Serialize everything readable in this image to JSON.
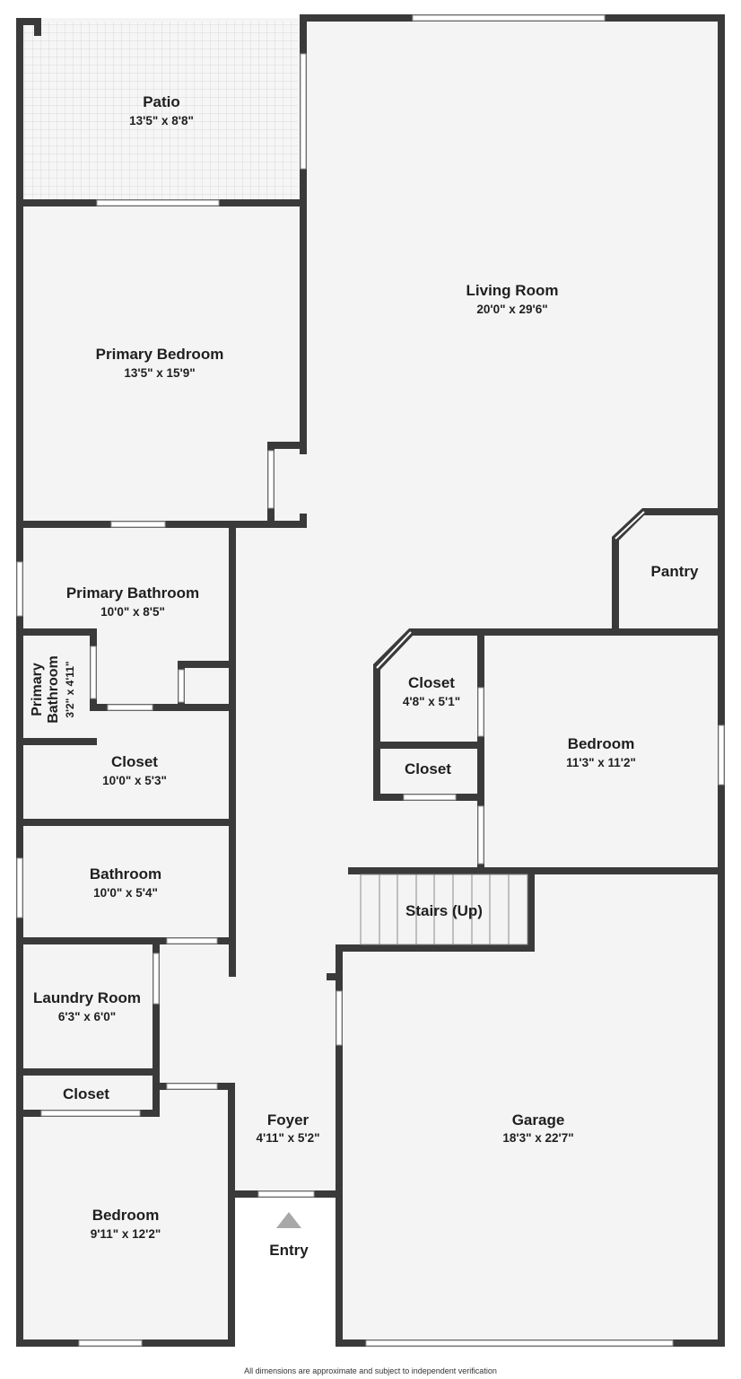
{
  "colors": {
    "wall": "#3a3a3a",
    "floor": "#f4f4f4",
    "patio_tile": "#d9d9d9",
    "entry_arrow": "#a8a8a8"
  },
  "rooms": {
    "patio": {
      "name": "Patio",
      "dims": "13'5\" x 8'8\""
    },
    "living_room": {
      "name": "Living Room",
      "dims": "20'0\" x 29'6\""
    },
    "primary_bedroom": {
      "name": "Primary Bedroom",
      "dims": "13'5\" x 15'9\""
    },
    "pantry": {
      "name": "Pantry"
    },
    "primary_bathroom": {
      "name": "Primary Bathroom",
      "dims": "10'0\" x 8'5\""
    },
    "primary_bathroom_small": {
      "name_line1": "Primary",
      "name_line2": "Bathroom",
      "dims": "3'2\" x 4'11\""
    },
    "closet_upper": {
      "name": "Closet",
      "dims": "4'8\" x 5'1\""
    },
    "closet_lower": {
      "name": "Closet"
    },
    "bedroom_right": {
      "name": "Bedroom",
      "dims": "11'3\" x 11'2\""
    },
    "closet_left": {
      "name": "Closet",
      "dims": "10'0\" x 5'3\""
    },
    "bathroom": {
      "name": "Bathroom",
      "dims": "10'0\" x 5'4\""
    },
    "stairs": {
      "name": "Stairs (Up)"
    },
    "laundry_room": {
      "name": "Laundry Room",
      "dims": "6'3\" x 6'0\""
    },
    "closet_bottom": {
      "name": "Closet"
    },
    "foyer": {
      "name": "Foyer",
      "dims": "4'11\" x 5'2\""
    },
    "garage": {
      "name": "Garage",
      "dims": "18'3\" x 22'7\""
    },
    "bedroom_bottom": {
      "name": "Bedroom",
      "dims": "9'11\" x 12'2\""
    }
  },
  "entry": {
    "label": "Entry"
  },
  "footer": {
    "note": "All dimensions are approximate and subject to independent verification"
  }
}
